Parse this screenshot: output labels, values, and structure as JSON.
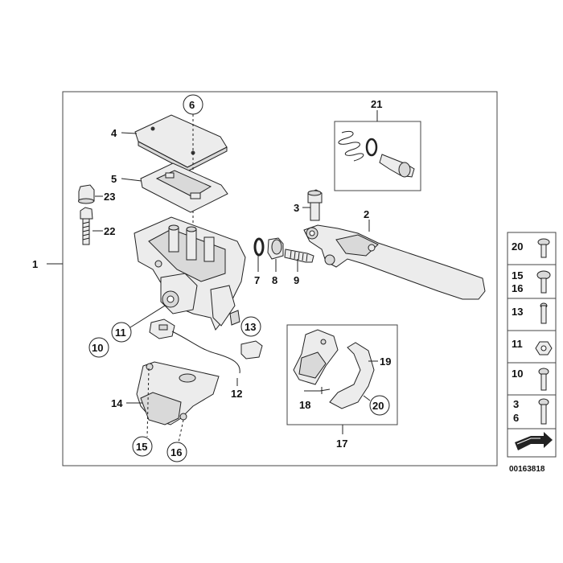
{
  "diagram": {
    "callouts": {
      "c1": "1",
      "c2": "2",
      "c3": "3",
      "c4": "4",
      "c5": "5",
      "c6": "6",
      "c7": "7",
      "c8": "8",
      "c9": "9",
      "c10": "10",
      "c11": "11",
      "c12": "12",
      "c13": "13",
      "c14": "14",
      "c15": "15",
      "c16": "16",
      "c17": "17",
      "c18": "18",
      "c19": "19",
      "c20": "20",
      "c21": "21",
      "c22": "22",
      "c23": "23"
    },
    "legend": {
      "r1": "20",
      "r2a": "15",
      "r2b": "16",
      "r3": "13",
      "r4": "11",
      "r5": "10",
      "r6a": "3",
      "r6b": "6"
    },
    "reference_number": "00163818"
  }
}
